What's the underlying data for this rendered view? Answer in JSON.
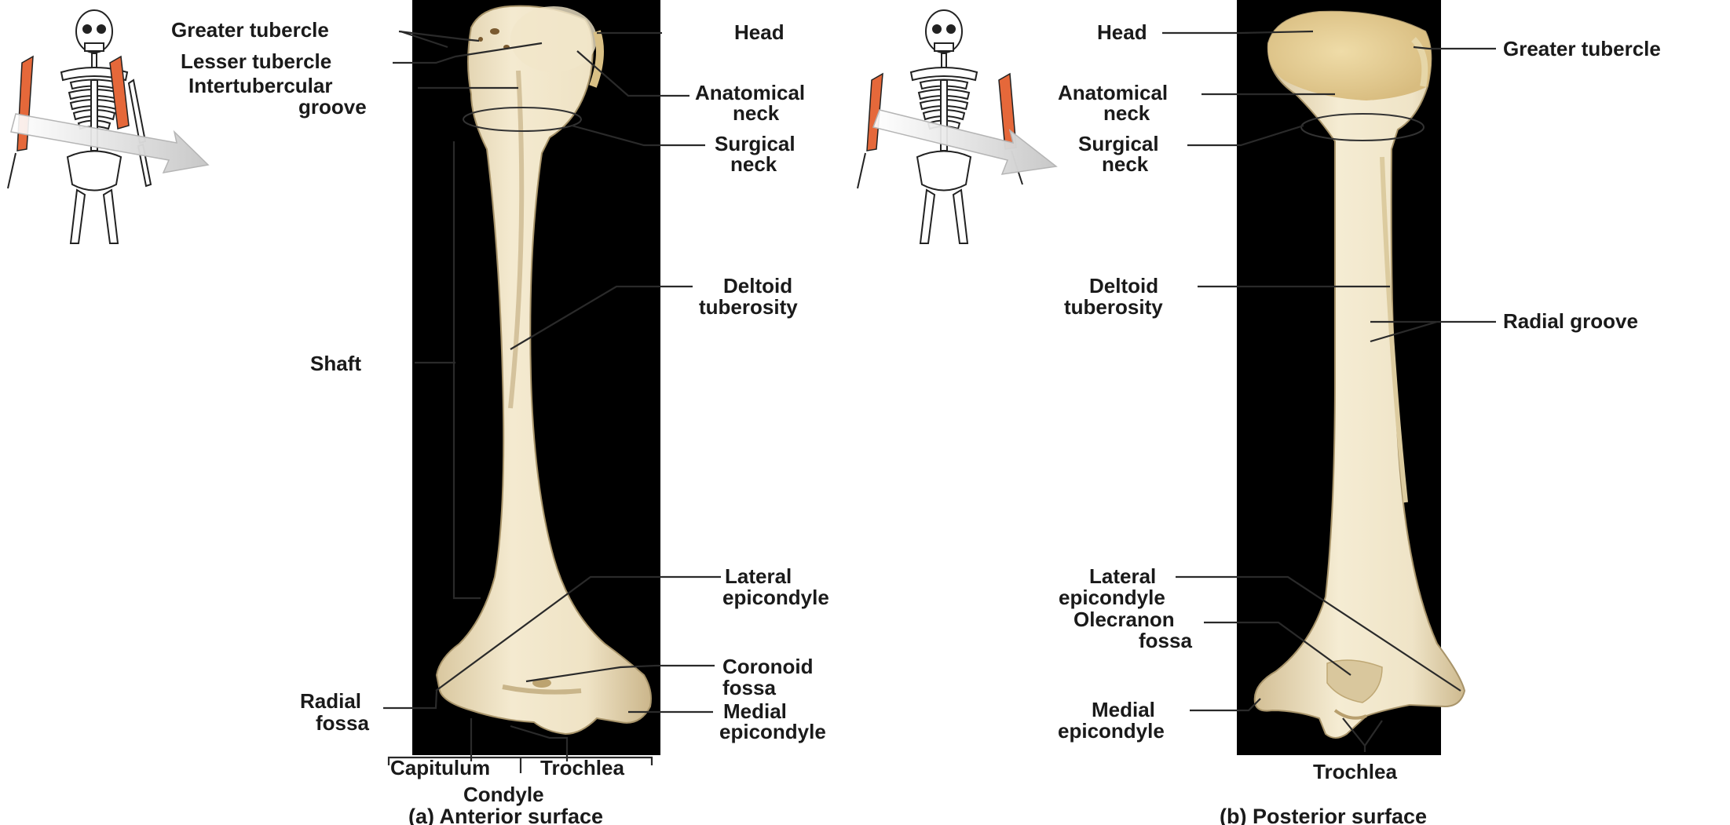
{
  "colors": {
    "background": "#ffffff",
    "photo_background": "#000000",
    "bone": "#efe3c5",
    "bone_shadow": "#cdb990",
    "bone_head": "#e2c98f",
    "humerus_highlight": "#e5683a",
    "label_text": "#1a1a1a"
  },
  "icons": {
    "skeleton": "skeleton-figure-icon",
    "arrow": "pointer-arrow-icon"
  },
  "anterior": {
    "caption": "(a) Anterior surface",
    "labels": {
      "greater_tubercle": "Greater tubercle",
      "lesser_tubercle": "Lesser tubercle",
      "intertubercular_1": "Intertubercular",
      "intertubercular_2": "groove",
      "shaft": "Shaft",
      "radial_fossa_1": "Radial",
      "radial_fossa_2": "fossa",
      "head": "Head",
      "anatomical_neck_1": "Anatomical",
      "anatomical_neck_2": "neck",
      "surgical_neck_1": "Surgical",
      "surgical_neck_2": "neck",
      "deltoid_1": "Deltoid",
      "deltoid_2": "tuberosity",
      "lateral_epicondyle_1": "Lateral",
      "lateral_epicondyle_2": "epicondyle",
      "coronoid_fossa_1": "Coronoid",
      "coronoid_fossa_2": "fossa",
      "medial_epicondyle_1": "Medial",
      "medial_epicondyle_2": "epicondyle",
      "capitulum": "Capitulum",
      "trochlea": "Trochlea",
      "condyle": "Condyle"
    }
  },
  "posterior": {
    "caption": "(b) Posterior surface",
    "labels": {
      "head": "Head",
      "anatomical_neck_1": "Anatomical",
      "anatomical_neck_2": "neck",
      "surgical_neck_1": "Surgical",
      "surgical_neck_2": "neck",
      "deltoid_1": "Deltoid",
      "deltoid_2": "tuberosity",
      "lateral_epicondyle_1": "Lateral",
      "lateral_epicondyle_2": "epicondyle",
      "olecranon_fossa_1": "Olecranon",
      "olecranon_fossa_2": "fossa",
      "medial_epicondyle_1": "Medial",
      "medial_epicondyle_2": "epicondyle",
      "greater_tubercle": "Greater tubercle",
      "radial_groove": "Radial groove",
      "trochlea": "Trochlea"
    }
  }
}
